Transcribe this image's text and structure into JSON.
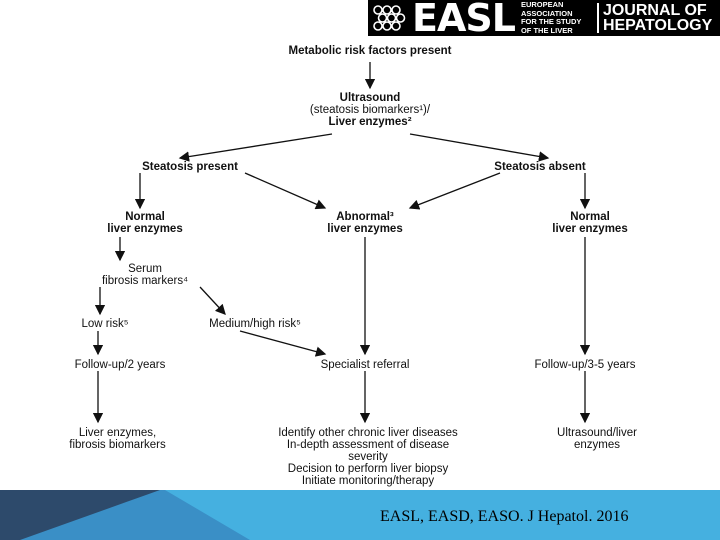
{
  "header": {
    "easl_word": "EASL",
    "easl_subtitle": [
      "EUROPEAN",
      "ASSOCIATION",
      "FOR THE STUDY",
      "OF THE LIVER"
    ],
    "journal_title": "JOURNAL OF\nHEPATOLOGY",
    "logo_icon": "hexagon-cluster-icon"
  },
  "flowchart": {
    "metabolic": "Metabolic risk factors present",
    "ultrasound": [
      "Ultrasound",
      "(steatosis biomarkers¹)/",
      "Liver enzymes²"
    ],
    "steatosis_present": "Steatosis present",
    "steatosis_absent": "Steatosis absent",
    "normal_left": [
      "Normal",
      "liver enzymes"
    ],
    "abnormal": [
      "Abnormal³",
      "liver enzymes"
    ],
    "normal_right": [
      "Normal",
      "liver enzymes"
    ],
    "serum": [
      "Serum",
      "fibrosis markers⁴"
    ],
    "low_risk": "Low risk⁵",
    "medium_high_risk": "Medium/high risk⁵",
    "followup_2": "Follow-up/2 years",
    "specialist": "Specialist referral",
    "followup_35": "Follow-up/3-5 years",
    "liver_fibrosis": [
      "Liver enzymes,",
      "fibrosis biomarkers"
    ],
    "identify": [
      "Identify other chronic liver diseases",
      "In-depth assessment of disease",
      "severity",
      "Decision to perform liver biopsy",
      "Initiate monitoring/therapy"
    ],
    "ultrasound_liver": [
      "Ultrasound/liver",
      "enzymes"
    ]
  },
  "footer": {
    "citation": "EASL, EASD, EASO. J Hepatol. 2016",
    "colors": {
      "dark": "#2d4a6b",
      "mid": "#3a8fc6",
      "light": "#45b0e0"
    }
  }
}
